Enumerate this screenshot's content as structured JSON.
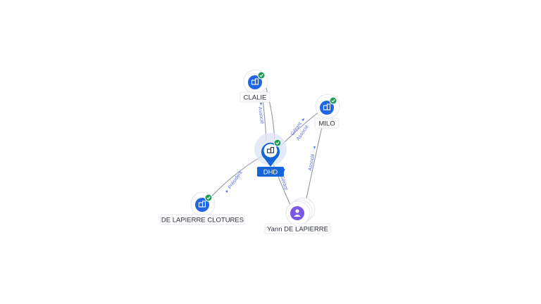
{
  "colors": {
    "company_blue": "#1f66e5",
    "main_blue": "#1565d8",
    "check_green": "#1f9d55",
    "person_purple": "#7b57e6",
    "edge_gray": "#8a8f9c",
    "edge_label_blue": "#5b6de0"
  },
  "nodes": {
    "main": {
      "label": "DHD",
      "icon": "building-icon",
      "badge": "check-icon"
    },
    "clalie": {
      "label": "CLALIE",
      "icon": "building-icon",
      "badge": "check-icon"
    },
    "milo": {
      "label": "MILO",
      "icon": "building-icon",
      "badge": "check-icon"
    },
    "delapierre": {
      "label": "DE LAPIERRE CLOTURES",
      "icon": "building-icon",
      "badge": "check-icon"
    },
    "yann": {
      "label": "Yann DE LAPIERRE",
      "icon": "person-icon"
    }
  },
  "edges": {
    "clalie_dhd": "Associé",
    "dhd_milo_1": "Gérant",
    "dhd_milo_2": "Associé",
    "yann_milo": "Associé",
    "dhd_delapierre": "Président",
    "dhd_yann": "Gérant"
  }
}
